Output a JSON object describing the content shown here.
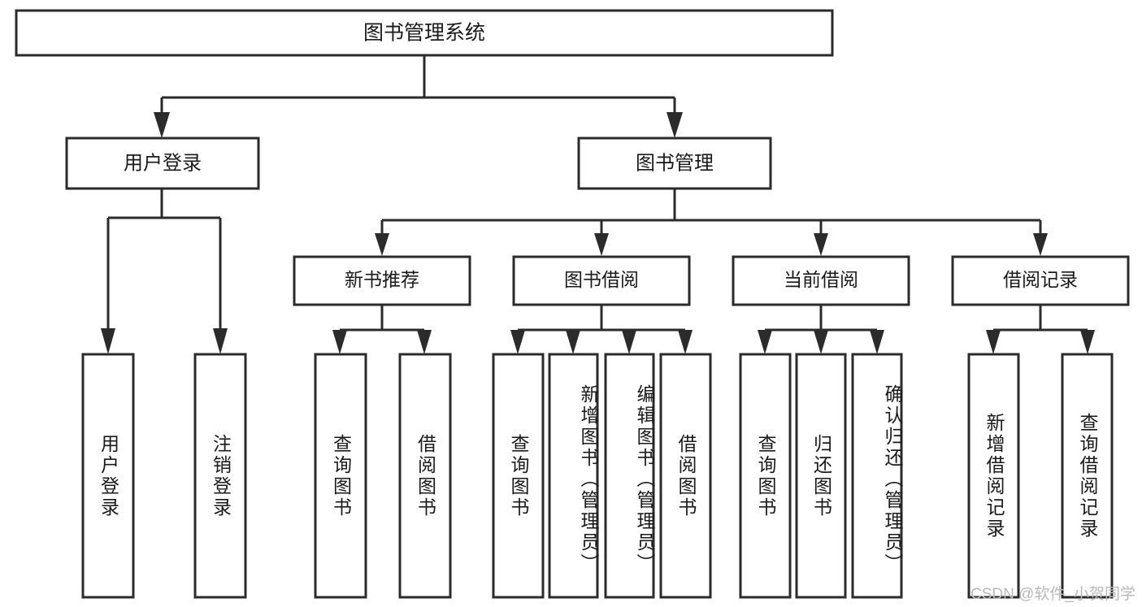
{
  "diagram": {
    "type": "tree-hierarchy-chart",
    "title": "图书管理系统",
    "root": {
      "id": "root",
      "label": "图书管理系统",
      "orientation": "horizontal"
    },
    "level2": [
      {
        "id": "user-login",
        "label": "用户登录",
        "orientation": "horizontal"
      },
      {
        "id": "book-management",
        "label": "图书管理",
        "orientation": "horizontal"
      }
    ],
    "level3": [
      {
        "id": "new-book-recommend",
        "label": "新书推荐",
        "orientation": "horizontal"
      },
      {
        "id": "book-borrow",
        "label": "图书借阅",
        "orientation": "horizontal"
      },
      {
        "id": "current-borrow",
        "label": "当前借阅",
        "orientation": "horizontal"
      },
      {
        "id": "borrow-record",
        "label": "借阅记录",
        "orientation": "horizontal"
      }
    ],
    "leaves": {
      "user-login": [
        {
          "id": "leaf-user-login",
          "label": "用户登录",
          "orientation": "vertical"
        },
        {
          "id": "leaf-logout",
          "label": "注销登录",
          "orientation": "vertical"
        }
      ],
      "new-book-recommend": [
        {
          "id": "leaf-query-book-1",
          "label": "查询图书",
          "orientation": "vertical"
        },
        {
          "id": "leaf-borrow-book-1",
          "label": "借阅图书",
          "orientation": "vertical"
        }
      ],
      "book-borrow": [
        {
          "id": "leaf-query-book-2",
          "label": "查询图书",
          "orientation": "vertical"
        },
        {
          "id": "leaf-add-book",
          "label": "新增图书（管理员）",
          "orientation": "vertical"
        },
        {
          "id": "leaf-edit-book",
          "label": "编辑图书（管理员）",
          "orientation": "vertical"
        },
        {
          "id": "leaf-borrow-book-2",
          "label": "借阅图书",
          "orientation": "vertical"
        }
      ],
      "current-borrow": [
        {
          "id": "leaf-query-book-3",
          "label": "查询图书",
          "orientation": "vertical"
        },
        {
          "id": "leaf-return-book",
          "label": "归还图书",
          "orientation": "vertical"
        },
        {
          "id": "leaf-confirm-return",
          "label": "确认归还（管理员）",
          "orientation": "vertical"
        }
      ],
      "borrow-record": [
        {
          "id": "leaf-add-record",
          "label": "新增借阅记录",
          "orientation": "vertical"
        },
        {
          "id": "leaf-query-record",
          "label": "查询借阅记录",
          "orientation": "vertical"
        }
      ]
    },
    "colors": {
      "background": "#ffffff",
      "box_fill": "#ffffff",
      "box_stroke": "#2b2b2b",
      "connector": "#2b2b2b",
      "text": "#1a1a1a",
      "watermark": "#b9b9b9"
    }
  },
  "watermark": {
    "text": "CSDN @软件_小贺同学"
  }
}
